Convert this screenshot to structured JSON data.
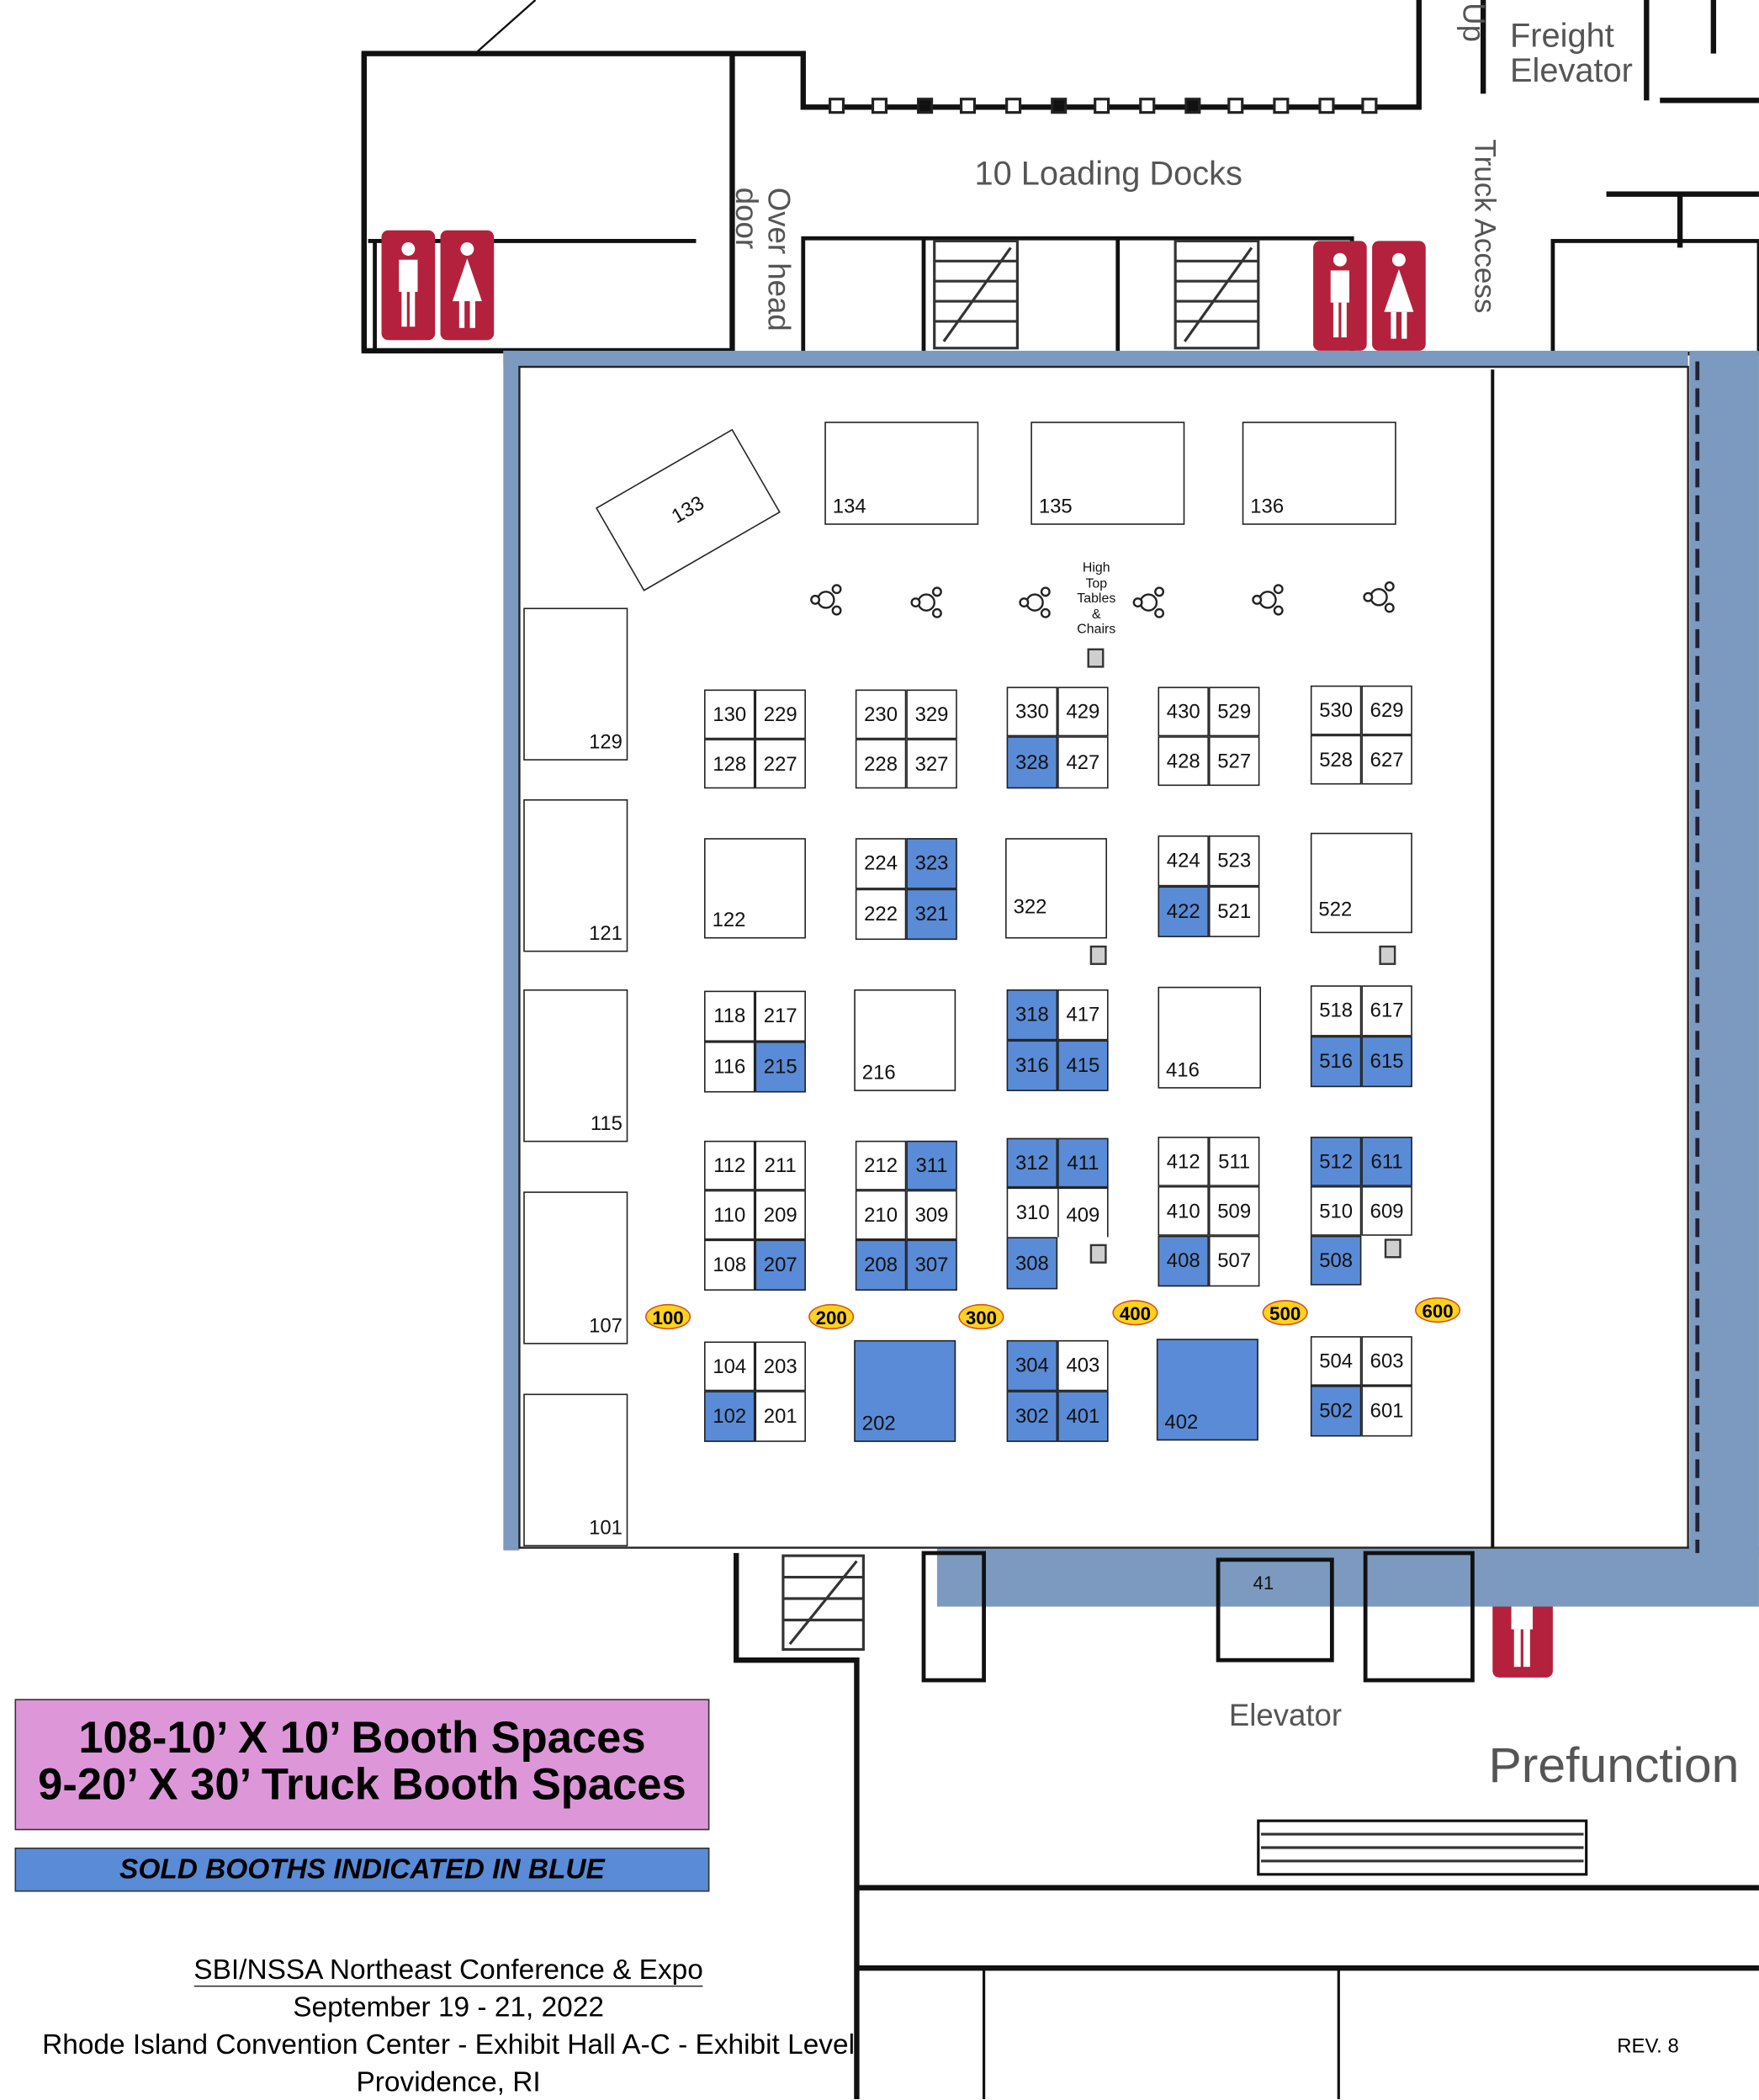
{
  "architecture": {
    "loading_docks": "10 Loading Docks",
    "freight_elevator_line1": "Freight",
    "freight_elevator_line2": "Elevator",
    "up": "Up",
    "overhead_door_line1": "Over head",
    "overhead_door_line2": "door",
    "truck_access": "Truck Access",
    "elevator": "Elevator",
    "prefunction": "Prefunction",
    "room_number": "41",
    "high_top_line1": "High",
    "high_top_line2": "Top",
    "high_top_line3": "Tables",
    "high_top_line4": "&",
    "high_top_line5": "Chairs"
  },
  "booths": [
    {
      "id": "133",
      "sold": true
    },
    {
      "id": "134",
      "sold": true
    },
    {
      "id": "135",
      "sold": true
    },
    {
      "id": "136",
      "sold": true
    },
    {
      "id": "129",
      "sold": false
    },
    {
      "id": "121",
      "sold": false
    },
    {
      "id": "115",
      "sold": true
    },
    {
      "id": "107",
      "sold": true
    },
    {
      "id": "101",
      "sold": true
    },
    {
      "id": "130",
      "sold": false
    },
    {
      "id": "229",
      "sold": false
    },
    {
      "id": "128",
      "sold": false
    },
    {
      "id": "227",
      "sold": false
    },
    {
      "id": "230",
      "sold": false
    },
    {
      "id": "329",
      "sold": false
    },
    {
      "id": "228",
      "sold": false
    },
    {
      "id": "327",
      "sold": false
    },
    {
      "id": "330",
      "sold": false
    },
    {
      "id": "429",
      "sold": false
    },
    {
      "id": "328",
      "sold": true
    },
    {
      "id": "427",
      "sold": false
    },
    {
      "id": "430",
      "sold": false
    },
    {
      "id": "529",
      "sold": false
    },
    {
      "id": "428",
      "sold": false
    },
    {
      "id": "527",
      "sold": false
    },
    {
      "id": "530",
      "sold": false
    },
    {
      "id": "629",
      "sold": false
    },
    {
      "id": "528",
      "sold": false
    },
    {
      "id": "627",
      "sold": false
    },
    {
      "id": "122",
      "sold": false
    },
    {
      "id": "224",
      "sold": false
    },
    {
      "id": "323",
      "sold": true
    },
    {
      "id": "222",
      "sold": false
    },
    {
      "id": "321",
      "sold": true
    },
    {
      "id": "322",
      "sold": false
    },
    {
      "id": "424",
      "sold": false
    },
    {
      "id": "523",
      "sold": false
    },
    {
      "id": "422",
      "sold": true
    },
    {
      "id": "521",
      "sold": false
    },
    {
      "id": "522",
      "sold": false
    },
    {
      "id": "118",
      "sold": false
    },
    {
      "id": "217",
      "sold": false
    },
    {
      "id": "116",
      "sold": false
    },
    {
      "id": "215",
      "sold": true
    },
    {
      "id": "216",
      "sold": false
    },
    {
      "id": "318",
      "sold": true
    },
    {
      "id": "417",
      "sold": false
    },
    {
      "id": "316",
      "sold": true
    },
    {
      "id": "415",
      "sold": true
    },
    {
      "id": "416",
      "sold": false
    },
    {
      "id": "518",
      "sold": false
    },
    {
      "id": "617",
      "sold": false
    },
    {
      "id": "516",
      "sold": true
    },
    {
      "id": "615",
      "sold": true
    },
    {
      "id": "112",
      "sold": false
    },
    {
      "id": "211",
      "sold": false
    },
    {
      "id": "110",
      "sold": false
    },
    {
      "id": "209",
      "sold": false
    },
    {
      "id": "108",
      "sold": false
    },
    {
      "id": "207",
      "sold": true
    },
    {
      "id": "212",
      "sold": false
    },
    {
      "id": "311",
      "sold": true
    },
    {
      "id": "210",
      "sold": false
    },
    {
      "id": "309",
      "sold": false
    },
    {
      "id": "208",
      "sold": true
    },
    {
      "id": "307",
      "sold": true
    },
    {
      "id": "312",
      "sold": true
    },
    {
      "id": "411",
      "sold": true
    },
    {
      "id": "310",
      "sold": false
    },
    {
      "id": "409",
      "sold": false
    },
    {
      "id": "308",
      "sold": true
    },
    {
      "id": "412",
      "sold": false
    },
    {
      "id": "511",
      "sold": false
    },
    {
      "id": "410",
      "sold": false
    },
    {
      "id": "509",
      "sold": false
    },
    {
      "id": "408",
      "sold": true
    },
    {
      "id": "507",
      "sold": false
    },
    {
      "id": "512",
      "sold": true
    },
    {
      "id": "611",
      "sold": true
    },
    {
      "id": "510",
      "sold": false
    },
    {
      "id": "609",
      "sold": false
    },
    {
      "id": "508",
      "sold": true
    },
    {
      "id": "104",
      "sold": false
    },
    {
      "id": "203",
      "sold": false
    },
    {
      "id": "102",
      "sold": true
    },
    {
      "id": "201",
      "sold": false
    },
    {
      "id": "202",
      "sold": true
    },
    {
      "id": "304",
      "sold": true
    },
    {
      "id": "403",
      "sold": false
    },
    {
      "id": "302",
      "sold": true
    },
    {
      "id": "401",
      "sold": true
    },
    {
      "id": "402",
      "sold": true
    },
    {
      "id": "504",
      "sold": false
    },
    {
      "id": "603",
      "sold": false
    },
    {
      "id": "502",
      "sold": true
    },
    {
      "id": "601",
      "sold": false
    }
  ],
  "aisles": [
    "100",
    "200",
    "300",
    "400",
    "500",
    "600"
  ],
  "legend": {
    "line1": "108-10’ X 10’ Booth Spaces",
    "line2": "9-20’ X 30’ Truck Booth Spaces",
    "sold_note": "SOLD BOOTHS INDICATED IN BLUE",
    "sold_color": "#5a8bd6",
    "box_color": "#dd97d8"
  },
  "footer": {
    "event": "SBI/NSSA Northeast Conference & Expo",
    "dates": "September 19 - 21, 2022",
    "venue": "Rhode Island Convention Center - Exhibit Hall A-C - Exhibit Level",
    "city": "Providence, RI"
  },
  "revision": "REV. 8"
}
